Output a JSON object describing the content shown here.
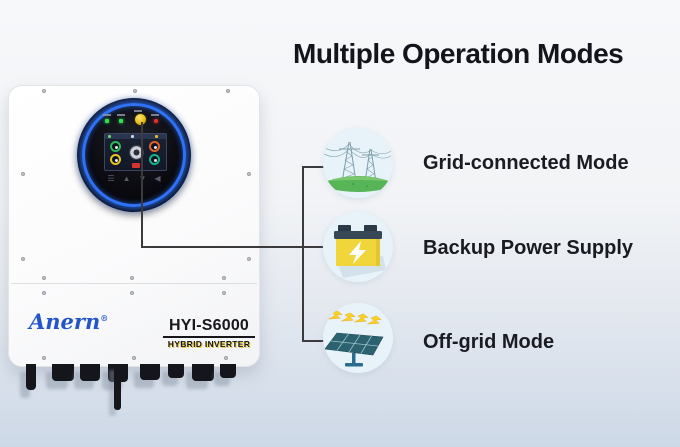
{
  "title": "Multiple Operation Modes",
  "device": {
    "brand": "Anern",
    "registered_mark": "®",
    "model": "HYI-S6000",
    "model_subtitle": "HYBRID INVERTER",
    "display": {
      "buttons": [
        "☰",
        "▲",
        "▼",
        "◀"
      ]
    }
  },
  "modes": [
    {
      "label": "Grid-connected Mode",
      "icon": "power-grid-icon"
    },
    {
      "label": "Backup Power Supply",
      "icon": "battery-icon"
    },
    {
      "label": "Off-grid Mode",
      "icon": "solar-panel-icon"
    }
  ],
  "colors": {
    "title_text": "#14141c",
    "label_text": "#1b1b23",
    "accent_ring_blue": "#2e72f8",
    "brand_blue": "#2355c9",
    "battery_yellow": "#f1d63b",
    "grass_green": "#57b457",
    "panel_teal": "#2c6170",
    "mode_circle_bg": "#e7f3f9",
    "background_bottom": "#cdd8e7",
    "callout_line": "#3b3b3e"
  }
}
